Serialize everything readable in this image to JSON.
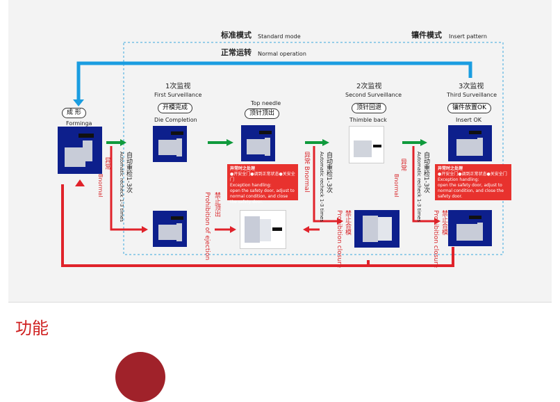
{
  "diagram": {
    "standard_mode_cn": "标准模式",
    "standard_mode_en": "Standard mode",
    "insert_mode_cn": "镶件模式",
    "insert_mode_en": "Insert pattern",
    "normal_op_cn": "正常运转",
    "normal_op_en": "Normal operation",
    "forming_cn": "成 形",
    "forming_en": "Forminga",
    "first_cn": "1次监视",
    "first_en": "First Surveillance",
    "first_pill": "开模完成",
    "first_caption": "Die Completion",
    "top_needle_en": "Top needle",
    "top_needle_pill": "顶针顶出",
    "second_cn": "2次监视",
    "second_en": "Second Surveillance",
    "second_pill": "顶针回退",
    "second_caption": "Thimble back",
    "third_cn": "3次监视",
    "third_en": "Third Surveillance",
    "third_pill": "镶件放置OK",
    "third_caption": "Insert OK",
    "auto_recheck_cn": "自动重检1-3次",
    "auto_recheck_en": "Automatic recheck 1-3 times",
    "abnormal_cn": "异常",
    "abnormal_en": "Bnormal",
    "abnormal_combined": "异常 Bnormal",
    "prohibit_eject_cn": "禁止顶出",
    "prohibit_eject_en": "Prohibition of ejection",
    "prohibit_close_cn": "禁止合模",
    "prohibit_close_en": "Prohibition closure",
    "exception": {
      "title": "异常时之处理",
      "steps_cn": "●开安全门●调到正常状态●关安全门",
      "subtitle": "Exception handling:",
      "body": "open the safety door, adjust to normal condition, and close the safety door."
    },
    "colors": {
      "blue": "#1a9de0",
      "green": "#0f9a3c",
      "red": "#e0222a",
      "machine": "#0d1f8c"
    }
  },
  "section": {
    "title": "功能"
  }
}
